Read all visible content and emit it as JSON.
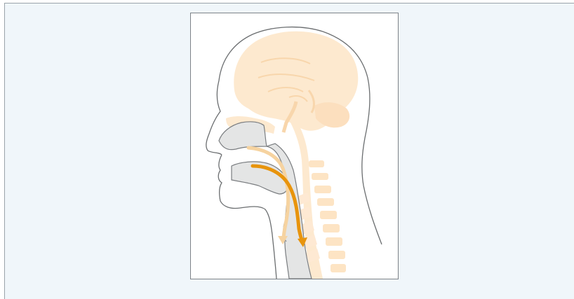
{
  "figure": {
    "subject": "head-sagittal-section-swallowing-airflow",
    "colors": {
      "panel_background": "#f0f6fa",
      "frame_border": "#7d8287",
      "outline": "#6b6e70",
      "brain_spine_tint": "#fde9cf",
      "airway_gray": "#e4e5e5",
      "food_path_arrow": "#e8940c",
      "air_path_arrow": "#f6d3a0"
    },
    "icons": [
      "head-outline",
      "brain-silhouette",
      "spine-vertebrae",
      "nasal-cavity",
      "oral-cavity",
      "pharynx",
      "food-path-arrow",
      "air-path-arrow"
    ]
  }
}
